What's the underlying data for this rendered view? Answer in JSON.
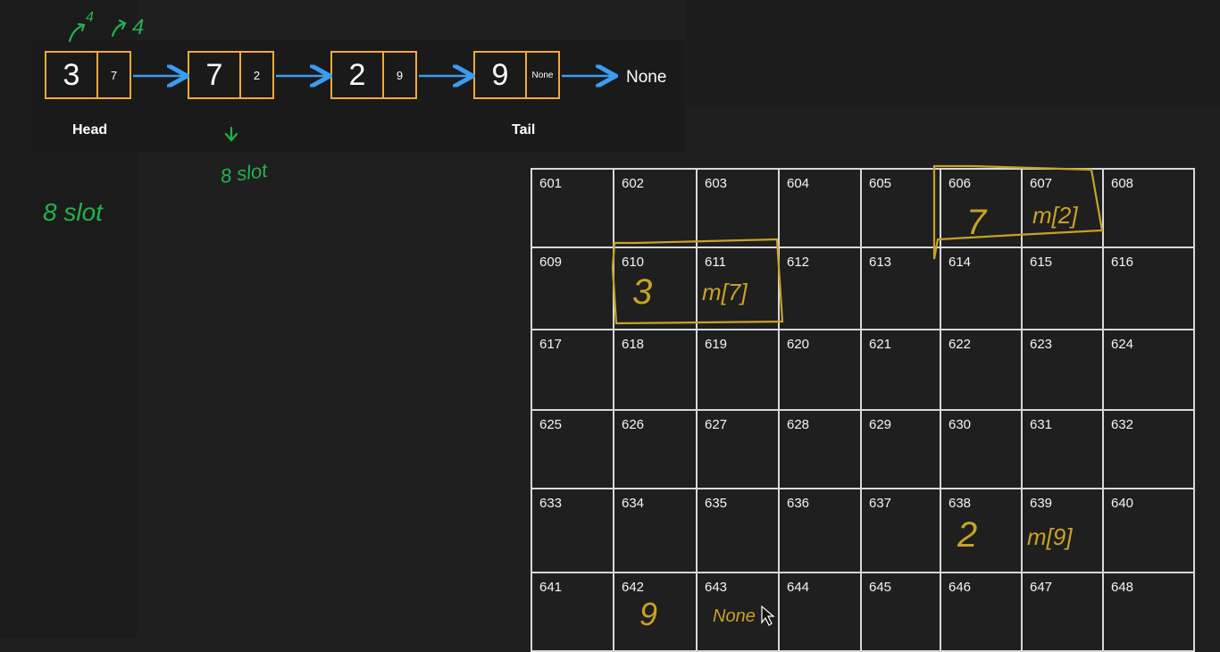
{
  "nodes": [
    {
      "value": "3",
      "next": "7"
    },
    {
      "value": "7",
      "next": "2"
    },
    {
      "value": "2",
      "next": "9"
    },
    {
      "value": "9",
      "next": "None"
    }
  ],
  "end_label": "None",
  "head_label": "Head",
  "tail_label": "Tail",
  "annotations_green": [
    "4",
    "4",
    "8 slot",
    "8 slot"
  ],
  "grid_addresses": [
    "601",
    "602",
    "603",
    "604",
    "605",
    "606",
    "607",
    "608",
    "609",
    "610",
    "611",
    "612",
    "613",
    "614",
    "615",
    "616",
    "617",
    "618",
    "619",
    "620",
    "621",
    "622",
    "623",
    "624",
    "625",
    "626",
    "627",
    "628",
    "629",
    "630",
    "631",
    "632",
    "633",
    "634",
    "635",
    "636",
    "637",
    "638",
    "639",
    "640",
    "641",
    "642",
    "643",
    "644",
    "645",
    "646",
    "647",
    "648"
  ],
  "memory_annotations": [
    {
      "value": "7",
      "pointer": "m[2]"
    },
    {
      "value": "3",
      "pointer": "m[7]"
    },
    {
      "value": "2",
      "pointer": "m[9]"
    },
    {
      "value": "9",
      "pointer": "None"
    }
  ],
  "colors": {
    "node_border": "#f2a93b",
    "arrow": "#3b9cf2",
    "green_ink": "#22b24c",
    "yellow_ink": "#c9a227",
    "grid_line": "#d8d8d8"
  }
}
